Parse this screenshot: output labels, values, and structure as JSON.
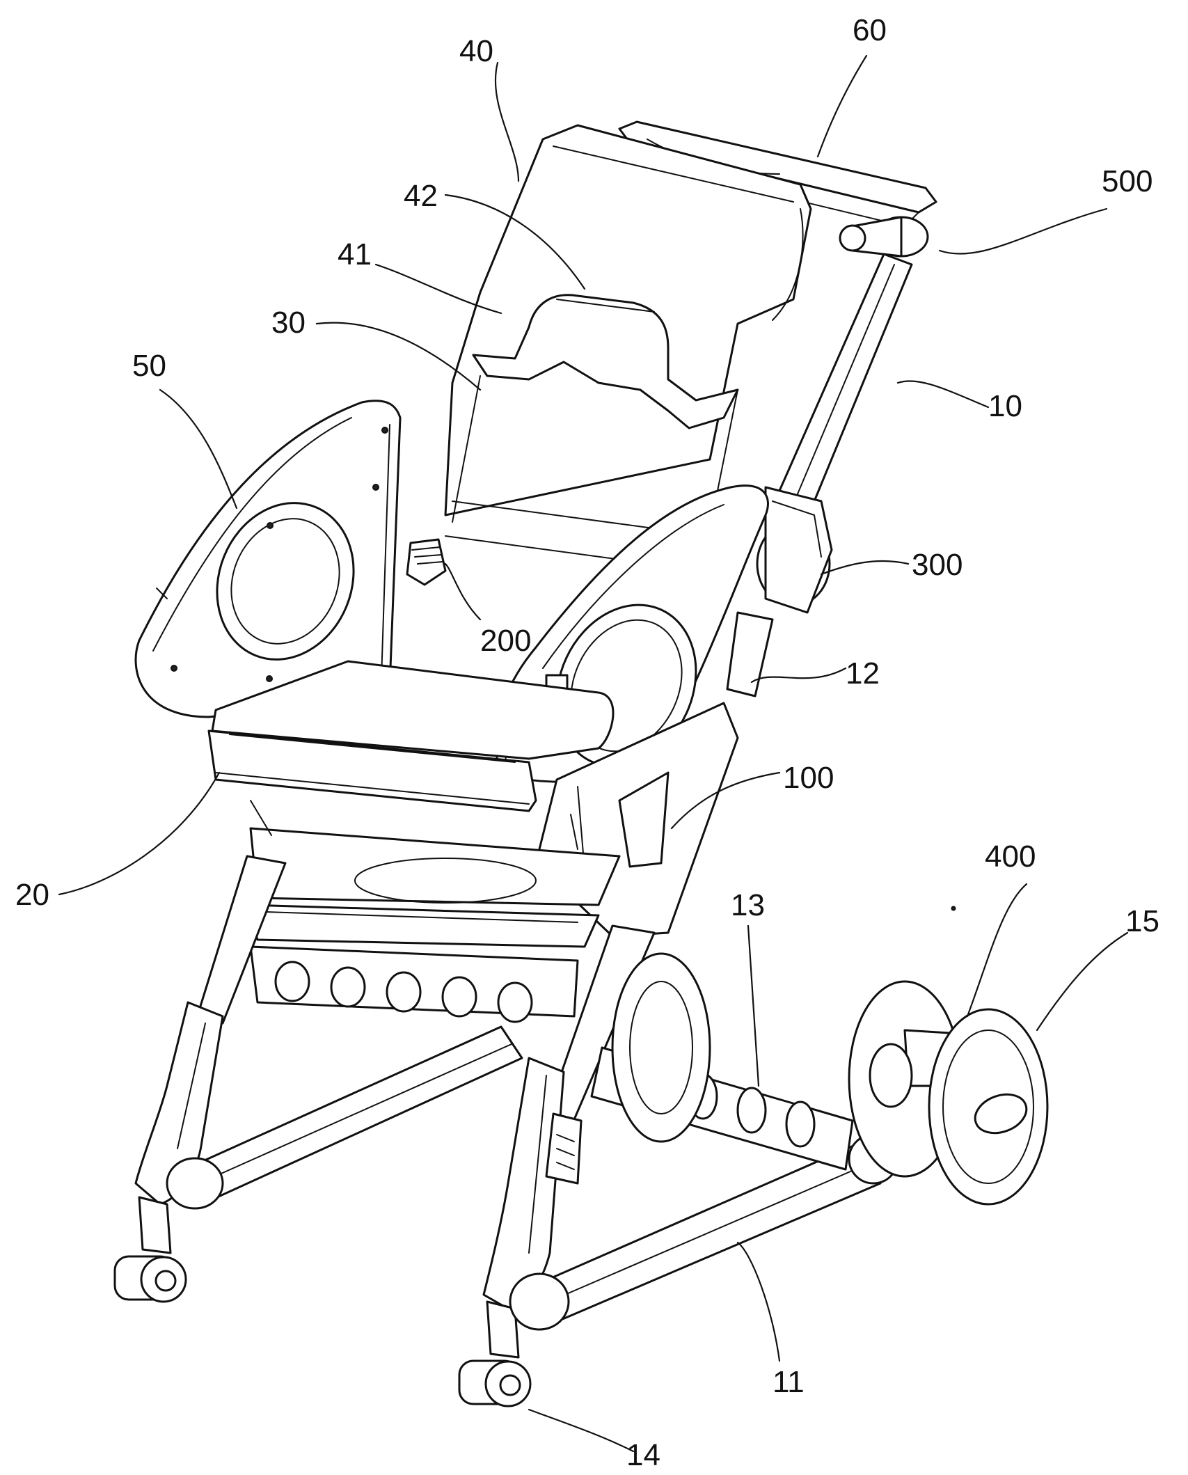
{
  "reference_numerals": {
    "n60": "60",
    "n40": "40",
    "n500": "500",
    "n42": "42",
    "n41": "41",
    "n30": "30",
    "n50": "50",
    "n10": "10",
    "n300": "300",
    "n200": "200",
    "n12": "12",
    "n100": "100",
    "n20": "20",
    "n400": "400",
    "n13": "13",
    "n15": "15",
    "n11": "11",
    "n14": "14"
  }
}
